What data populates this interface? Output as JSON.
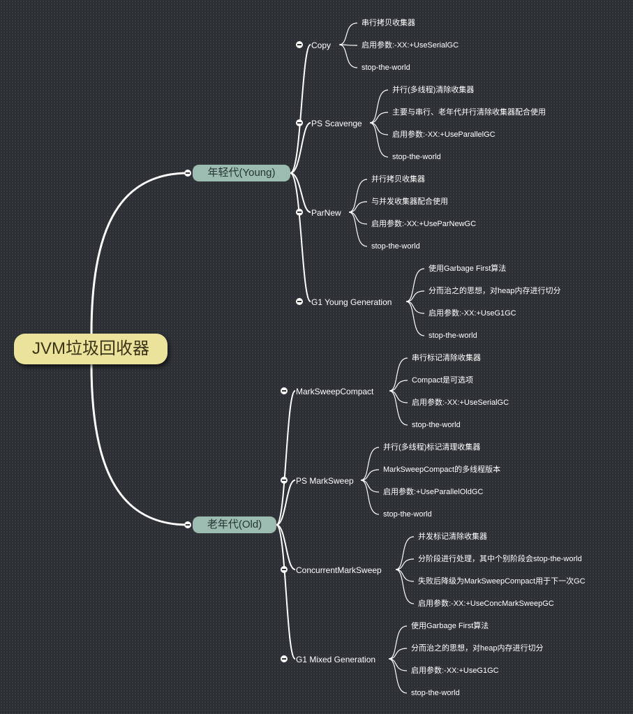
{
  "root": {
    "label": "JVM垃圾回收器"
  },
  "young": {
    "label": "年轻代(Young)",
    "collectors": [
      {
        "name": "Copy",
        "details": [
          "串行拷贝收集器",
          "启用参数:-XX:+UseSerialGC",
          "stop-the-world"
        ]
      },
      {
        "name": "PS Scavenge",
        "details": [
          "并行(多线程)清除收集器",
          "主要与串行、老年代并行清除收集器配合使用",
          "启用参数:-XX:+UseParallelGC",
          "stop-the-world"
        ]
      },
      {
        "name": "ParNew",
        "details": [
          "并行拷贝收集器",
          "与并发收集器配合使用",
          "启用参数:-XX:+UseParNewGC",
          "stop-the-world"
        ]
      },
      {
        "name": "G1 Young Generation",
        "details": [
          "使用Garbage First算法",
          "分而治之的思想，对heap内存进行切分",
          "启用参数:-XX:+UseG1GC",
          "stop-the-world"
        ]
      }
    ]
  },
  "old": {
    "label": "老年代(Old)",
    "collectors": [
      {
        "name": "MarkSweepCompact",
        "details": [
          "串行标记清除收集器",
          "Compact是可选项",
          "启用参数:-XX:+UseSerialGC",
          "stop-the-world"
        ]
      },
      {
        "name": "PS MarkSweep",
        "details": [
          "并行(多线程)标记清理收集器",
          "MarkSweepCompact的多线程版本",
          "启用参数:+UseParallelOldGC",
          "stop-the-world"
        ]
      },
      {
        "name": "ConcurrentMarkSweep",
        "details": [
          "并发标记清除收集器",
          "分阶段进行处理，其中个别阶段会stop-the-world",
          "失败后降级为MarkSweepCompact用于下一次GC",
          "启用参数:-XX:+UseConcMarkSweepGC"
        ]
      },
      {
        "name": "G1 Mixed Generation",
        "details": [
          "使用Garbage First算法",
          "分而治之的思想，对heap内存进行切分",
          "启用参数:-XX:+UseG1GC",
          "stop-the-world"
        ]
      }
    ]
  },
  "colors": {
    "background": "#2c2f33",
    "root_fill": "#ebe29c",
    "generation_fill": "#9cbcb1",
    "lines": "#ffffff"
  }
}
